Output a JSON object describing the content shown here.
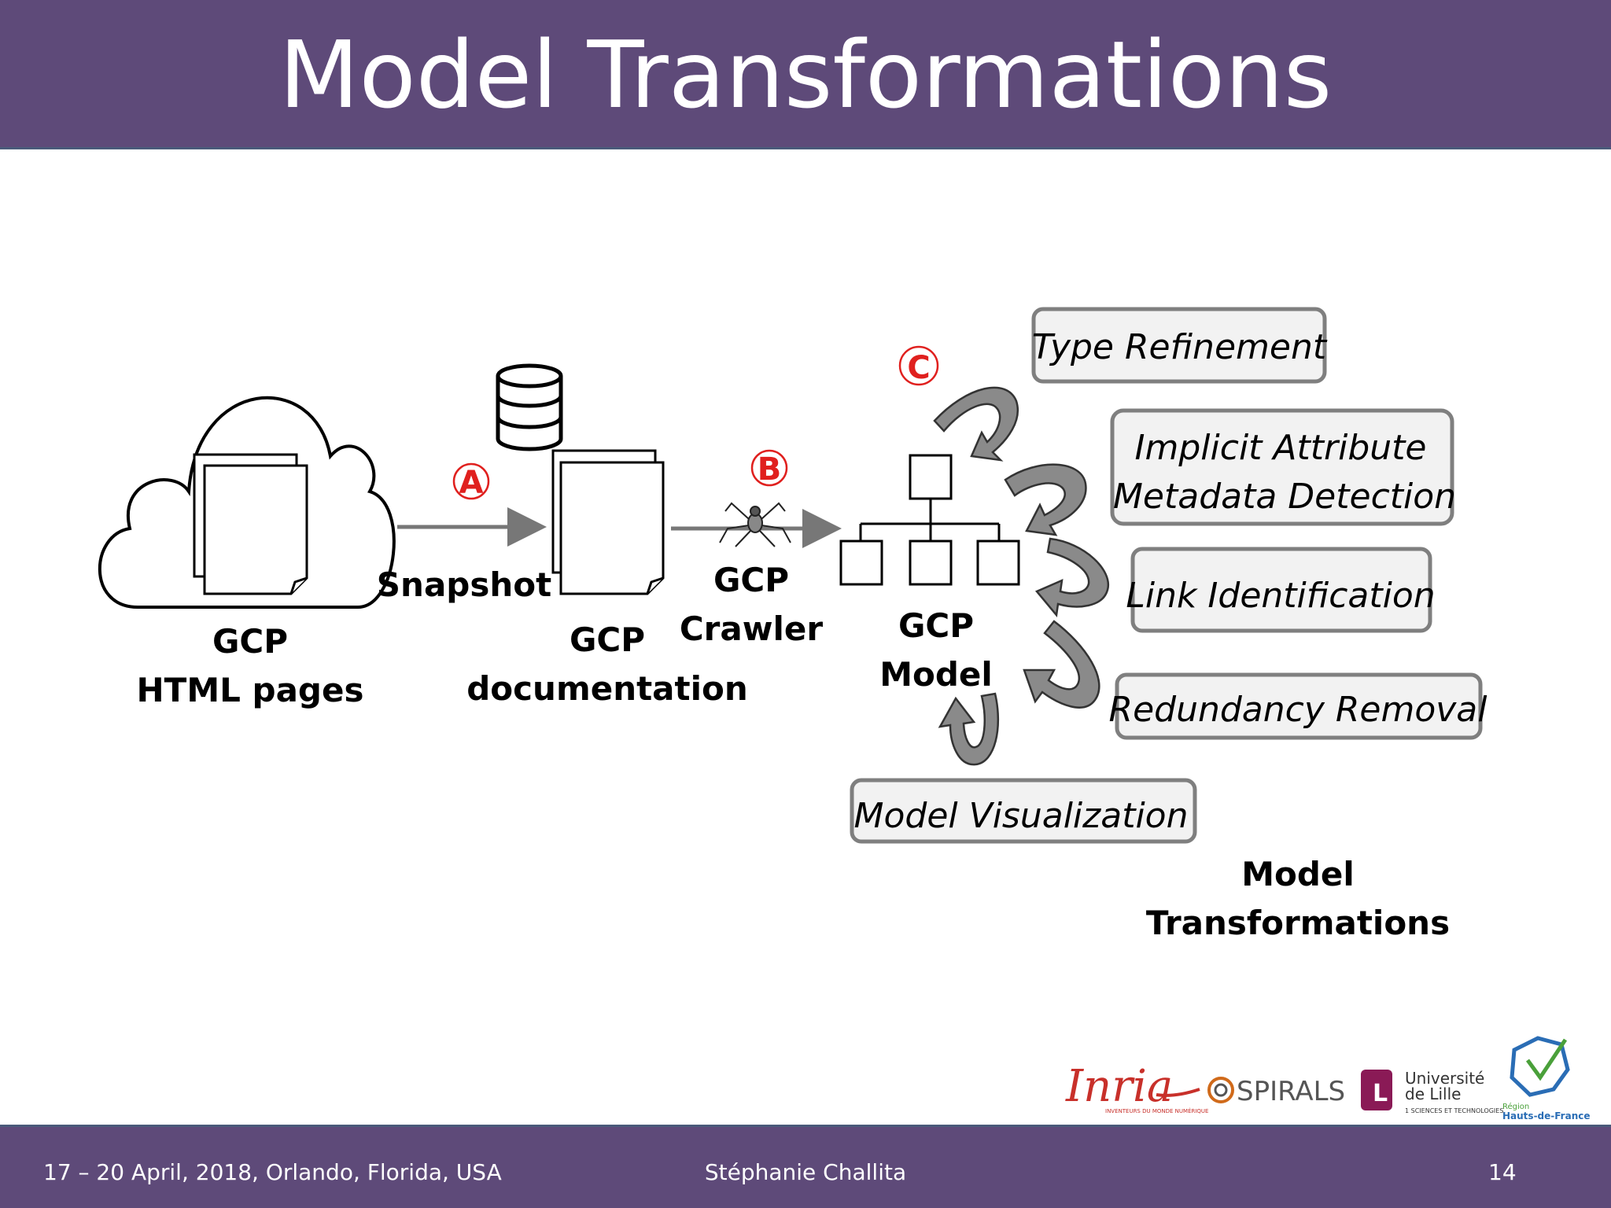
{
  "slide": {
    "title": "Model Transformations",
    "footer": {
      "date_location": "17 – 20 April, 2018, Orlando, Florida, USA",
      "author": "Stéphanie Challita",
      "page_number": "14"
    }
  },
  "diagram": {
    "nodes": {
      "html_pages": [
        "GCP",
        "HTML pages"
      ],
      "documentation": [
        "GCP",
        "documentation"
      ],
      "model": [
        "GCP",
        "Model"
      ],
      "crawler": [
        "GCP",
        "Crawler"
      ]
    },
    "edge_labels": {
      "snapshot": "Snapshot"
    },
    "steps": {
      "a": "A",
      "b": "B",
      "c": "C"
    },
    "transformations": [
      [
        "Type Refinement"
      ],
      [
        "Implicit Attribute",
        "Metadata Detection"
      ],
      [
        "Link Identification"
      ],
      [
        "Redundancy Removal"
      ],
      [
        "Model Visualization"
      ]
    ],
    "group_label": [
      "Model",
      "Transformations"
    ]
  },
  "logos": {
    "inria": "Inria",
    "inria_tagline": "INVENTEURS DU MONDE NUMÉRIQUE",
    "spirals": "SPIRALS",
    "lille": "Université de Lille 1 SCIENCES ET TECHNOLOGIES",
    "region": "Région Hauts-de-France"
  },
  "colors": {
    "bar": "#5e4a79",
    "step": "#e0201e",
    "arrow_gray": "#777777"
  }
}
